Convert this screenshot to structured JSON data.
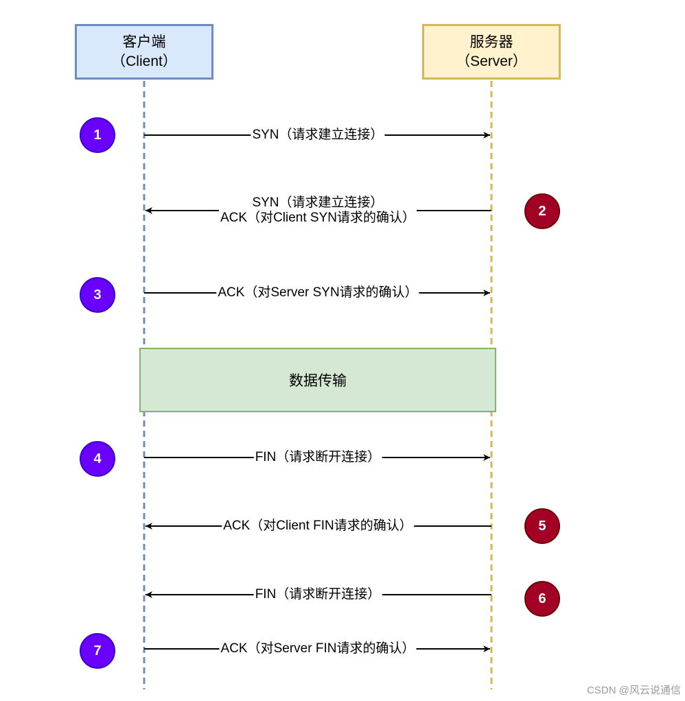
{
  "actors": {
    "client": {
      "name": "客户端",
      "sub": "（Client）"
    },
    "server": {
      "name": "服务器",
      "sub": "（Server）"
    }
  },
  "data_transfer": "数据传输",
  "messages": [
    {
      "step": "1",
      "lines": [
        "SYN（请求建立连接）"
      ]
    },
    {
      "step": "2",
      "lines": [
        "SYN（请求建立连接）",
        "ACK（对Client SYN请求的确认）"
      ]
    },
    {
      "step": "3",
      "lines": [
        "ACK（对Server SYN请求的确认）"
      ]
    },
    {
      "step": "4",
      "lines": [
        "FIN（请求断开连接）"
      ]
    },
    {
      "step": "5",
      "lines": [
        "ACK（对Client FIN请求的确认）"
      ]
    },
    {
      "step": "6",
      "lines": [
        "FIN（请求断开连接）"
      ]
    },
    {
      "step": "7",
      "lines": [
        "ACK（对Server FIN请求的确认）"
      ]
    }
  ],
  "colors": {
    "client_box_fill": "#dae8fc",
    "client_box_border": "#6c8ebf",
    "server_box_fill": "#fff2cc",
    "server_box_border": "#d6b656",
    "client_step": "#6a00ff",
    "server_step": "#a20025",
    "data_fill": "#d5e8d4",
    "data_border": "#82b366"
  },
  "watermark": "CSDN @风云说通信"
}
